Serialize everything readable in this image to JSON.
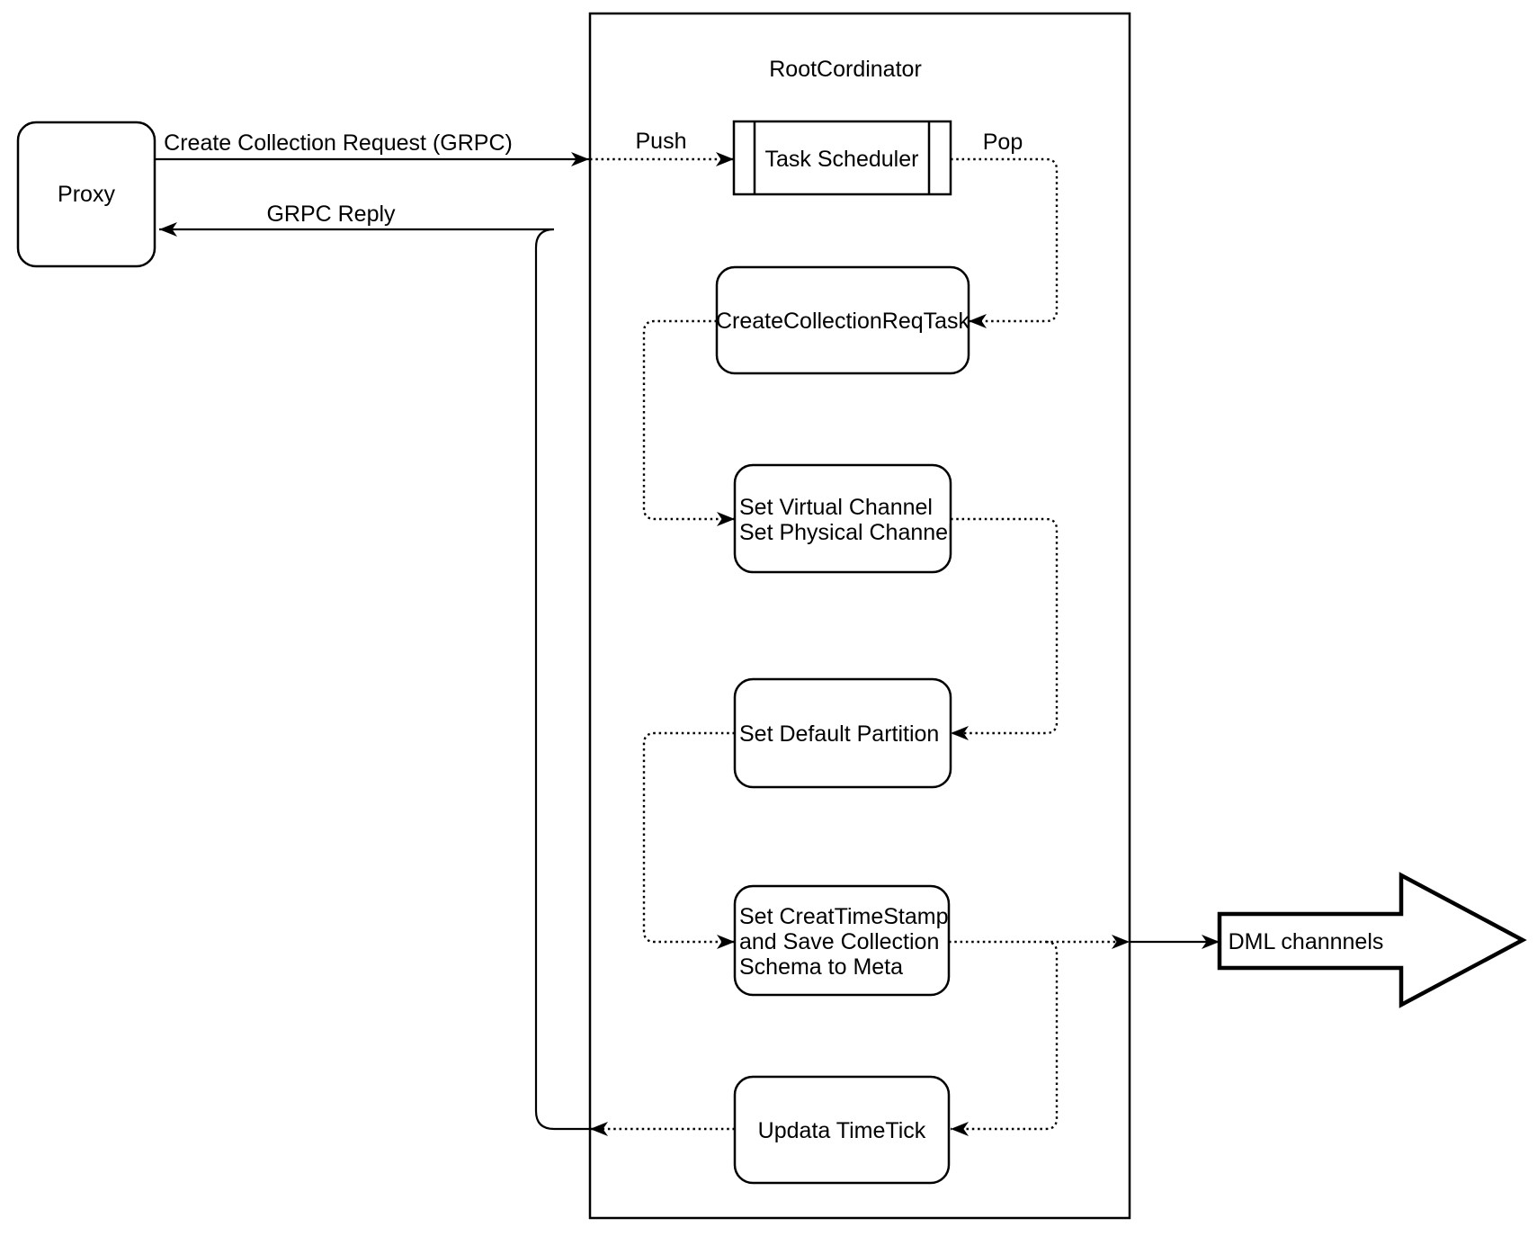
{
  "diagram": {
    "proxy": {
      "label": "Proxy"
    },
    "container": {
      "title": "RootCordinator"
    },
    "nodes": {
      "task_scheduler": {
        "label": "Task Scheduler"
      },
      "create_collection_req_task": {
        "label": "CreateCollectionReqTask"
      },
      "set_channels": {
        "line1": "Set Virtual Channel",
        "line2": "Set Physical Channel"
      },
      "set_default_partition": {
        "label": "Set Default Partition"
      },
      "set_creat_timestamp": {
        "line1": "Set CreatTimeStamp",
        "line2": "and Save Collection",
        "line3": "Schema to Meta"
      },
      "updata_timetick": {
        "label": "Updata TimeTick"
      },
      "dml_channels": {
        "label": "DML channnels"
      }
    },
    "edge_labels": {
      "create_collection_request": "Create Collection Request (GRPC)",
      "grpc_reply": "GRPC Reply",
      "push": "Push",
      "pop": "Pop"
    },
    "colors": {
      "stroke": "#000000",
      "background": "#ffffff"
    }
  }
}
